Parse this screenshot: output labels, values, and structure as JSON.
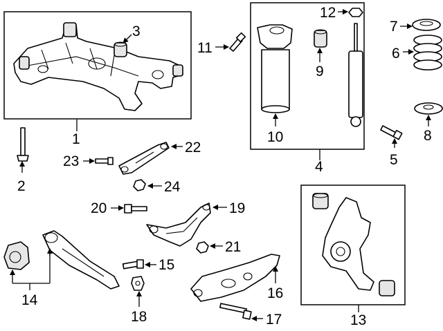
{
  "diagram": {
    "callouts": [
      {
        "id": "1",
        "label": "1"
      },
      {
        "id": "2",
        "label": "2"
      },
      {
        "id": "3",
        "label": "3"
      },
      {
        "id": "4",
        "label": "4"
      },
      {
        "id": "5",
        "label": "5"
      },
      {
        "id": "6",
        "label": "6"
      },
      {
        "id": "7",
        "label": "7"
      },
      {
        "id": "8",
        "label": "8"
      },
      {
        "id": "9",
        "label": "9"
      },
      {
        "id": "10",
        "label": "10"
      },
      {
        "id": "11",
        "label": "11"
      },
      {
        "id": "12",
        "label": "12"
      },
      {
        "id": "13",
        "label": "13"
      },
      {
        "id": "14",
        "label": "14"
      },
      {
        "id": "15",
        "label": "15"
      },
      {
        "id": "16",
        "label": "16"
      },
      {
        "id": "17",
        "label": "17"
      },
      {
        "id": "18",
        "label": "18"
      },
      {
        "id": "19",
        "label": "19"
      },
      {
        "id": "20",
        "label": "20"
      },
      {
        "id": "21",
        "label": "21"
      },
      {
        "id": "22",
        "label": "22"
      },
      {
        "id": "23",
        "label": "23"
      },
      {
        "id": "24",
        "label": "24"
      }
    ],
    "colors": {
      "line": "#000000",
      "background": "#ffffff",
      "part_shade": "#e6e6e6"
    }
  }
}
